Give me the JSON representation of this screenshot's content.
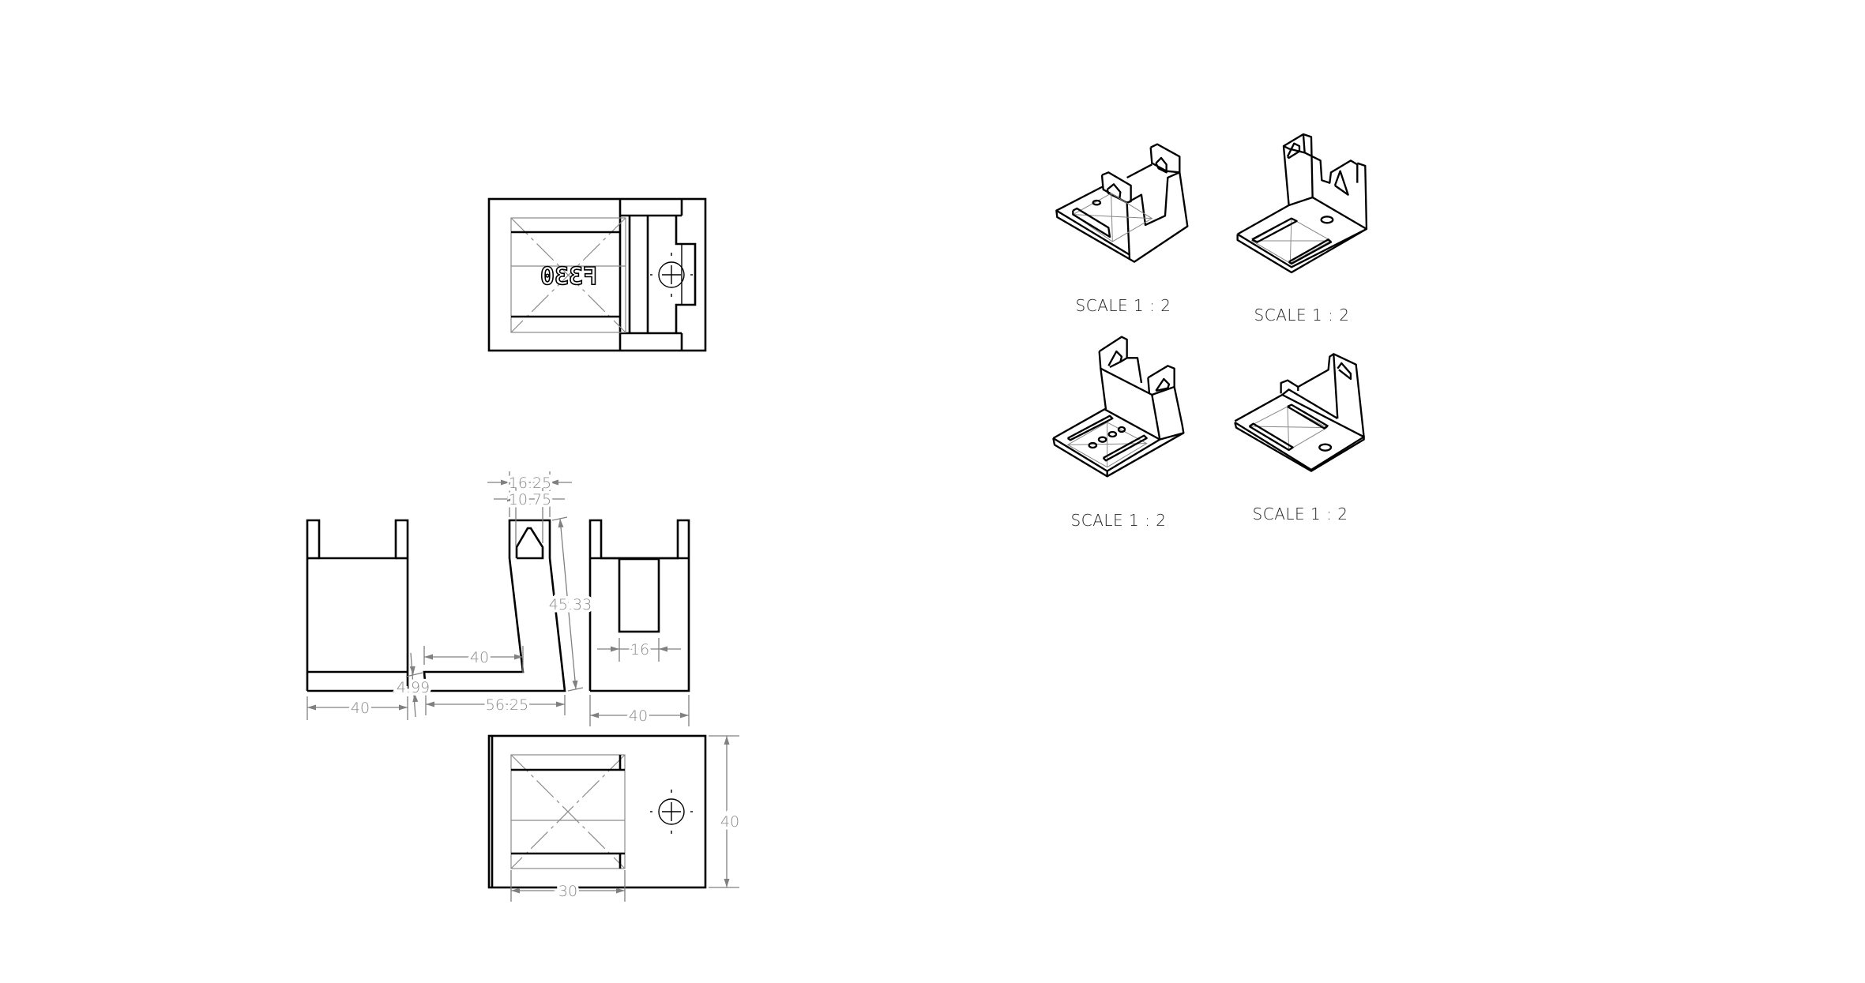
{
  "drawing": {
    "engraved_text": "F330",
    "dimensions": {
      "front_width": "40",
      "inner_length": "40",
      "base_thickness": "4.99",
      "overall_length": "56.25",
      "upright_height": "45.33",
      "tab_width_outer": "16.25",
      "tab_width_inner": "10.75",
      "side_width": "40",
      "slot_width": "16",
      "bottom_height": "40",
      "bottom_pocket_width": "30"
    },
    "iso_views": [
      {
        "scale_label": "SCALE 1 : 2"
      },
      {
        "scale_label": "SCALE 1 : 2"
      },
      {
        "scale_label": "SCALE 1 : 2"
      },
      {
        "scale_label": "SCALE 1 : 2"
      }
    ]
  }
}
